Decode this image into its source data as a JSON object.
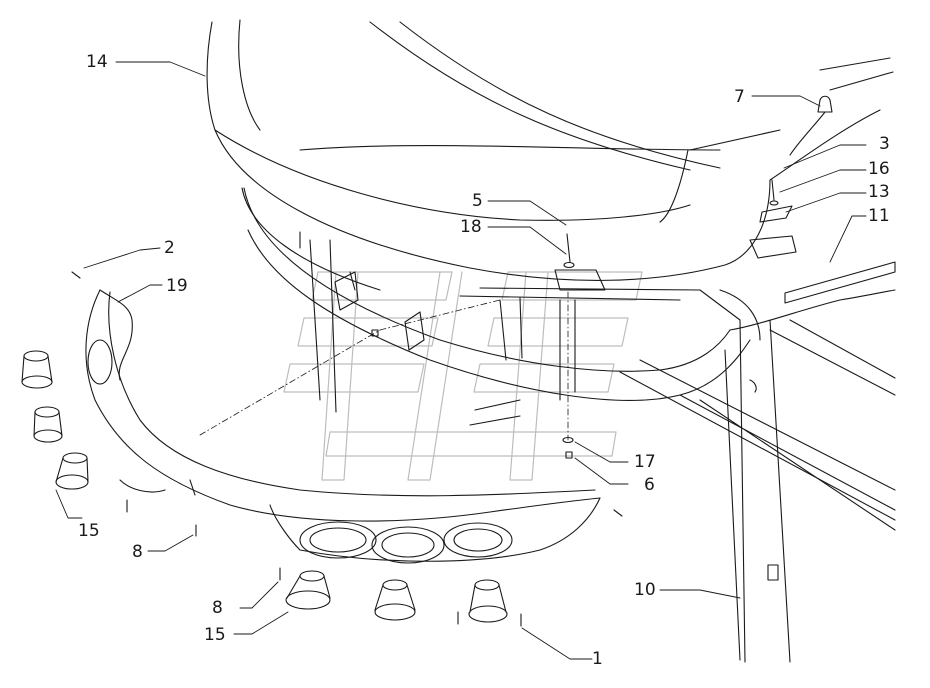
{
  "diagram": {
    "callouts": [
      {
        "id": "c14",
        "text": "14"
      },
      {
        "id": "c7",
        "text": "7"
      },
      {
        "id": "c3",
        "text": "3"
      },
      {
        "id": "c16",
        "text": "16"
      },
      {
        "id": "c13",
        "text": "13"
      },
      {
        "id": "c5",
        "text": "5"
      },
      {
        "id": "c11",
        "text": "11"
      },
      {
        "id": "c18",
        "text": "18"
      },
      {
        "id": "c2",
        "text": "2"
      },
      {
        "id": "c19",
        "text": "19"
      },
      {
        "id": "c17",
        "text": "17"
      },
      {
        "id": "c6",
        "text": "6"
      },
      {
        "id": "c15a",
        "text": "15"
      },
      {
        "id": "c8a",
        "text": "8"
      },
      {
        "id": "c10",
        "text": "10"
      },
      {
        "id": "c8b",
        "text": "8"
      },
      {
        "id": "c15b",
        "text": "15"
      },
      {
        "id": "c1",
        "text": "1"
      }
    ]
  },
  "colors": {
    "line": "#1a1a1a",
    "watermark": "#b8b8b8",
    "background": "#ffffff"
  }
}
